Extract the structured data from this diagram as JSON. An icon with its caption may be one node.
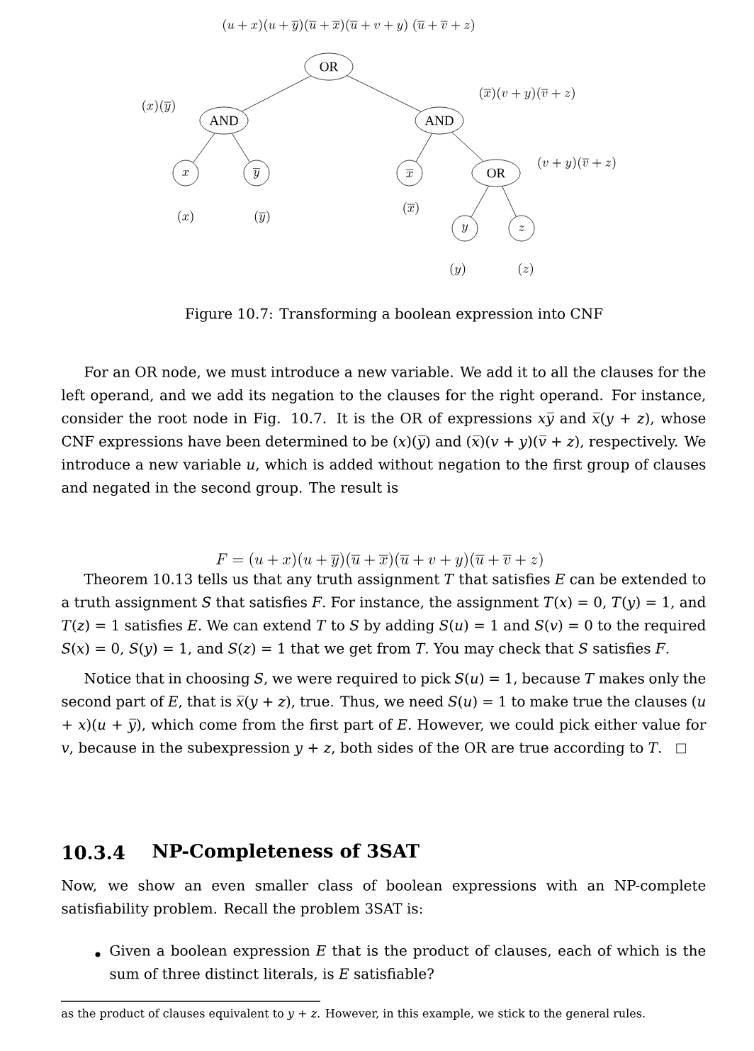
{
  "diagram": {
    "caption": "Figure 10.7: Transforming a boolean expression into CNF",
    "nodes": [
      {
        "text": [
          "OR"
        ],
        "beside": [
          "(u+x)(u+\\overline{y})(\\overline{u}+\\overline{x})(\\overline{u}+v+y)\\;(\\overline{u}+\\overline{v}+z)"
        ]
      },
      {
        "text": [
          "AND"
        ],
        "beside": [
          "(x)(\\overline{y})"
        ]
      },
      {
        "text": [
          "x"
        ],
        "beside": [
          "(x)"
        ]
      },
      {
        "text": [
          "\\overline{y}"
        ],
        "beside": [
          "(\\overline{y})"
        ]
      },
      {
        "text": [
          "AND"
        ],
        "beside": [
          "(\\overline{x})(v+y)(\\overline{v}+z)"
        ]
      },
      {
        "text": [
          "\\overline{x}"
        ],
        "beside": [
          "(\\overline{x})"
        ]
      },
      {
        "text": [
          "OR"
        ],
        "beside": [
          "(v+y)(\\overline{v}+z)"
        ]
      },
      {
        "text": [
          "y"
        ],
        "beside": [
          "(y)"
        ]
      },
      {
        "text": [
          "z"
        ],
        "beside": [
          "(z)"
        ]
      }
    ],
    "edges": [
      {
        "from": 0,
        "to": 1,
        "arrow": "none"
      },
      {
        "from": 0,
        "to": 4,
        "arrow": "none"
      },
      {
        "from": 1,
        "to": 2,
        "arrow": "none"
      },
      {
        "from": 1,
        "to": 3,
        "arrow": "none"
      },
      {
        "from": 4,
        "to": 5,
        "arrow": "none"
      },
      {
        "from": 4,
        "to": 6,
        "arrow": "none"
      },
      {
        "from": 6,
        "to": 7,
        "arrow": "none"
      },
      {
        "from": 6,
        "to": 8,
        "arrow": "none"
      }
    ],
    "labels": [
      "For an OR node, we must introduce a new variable. We add it to all the clauses for the left operand, and we add its negation to the clauses for the right operand. For instance, consider the root node in Fig. 10.7. It is the OR of expressions *xy̅* and *x̅*(*y* + *z*), whose CNF expressions have been determined to be (*x*)(*y̅*) and (*x̅*)(*v* + *y*)(*v̅* + *z*), respectively. We introduce a new variable *u*, which is added without negation to the first group of clauses and negated in the second group. The result is",
      "F = (u+x)(u+\\overline{y})(\\overline{u}+\\overline{x})(\\overline{u}+v+y)(\\overline{u}+\\overline{v}+z)",
      "Theorem 10.13 tells us that any truth assignment *T* that satisfies *E* can be extended to a truth assignment *S* that satisfies *F*. For instance, the assignment *T*(*x*) = 0, *T*(*y*) = 1, and *T*(*z*) = 1 satisfies *E*. We can extend *T* to *S* by adding *S*(*u*) = 1 and *S*(*v*) = 0 to the required *S*(*x*) = 0, *S*(*y*) = 1, and *S*(*z*) = 1 that we get from *T*. You may check that *S* satisfies *F*.",
      "Notice that in choosing *S*, we were required to pick *S*(*u*) = 1, because *T* makes only the second part of *E*, that is *x̅*(*y* + *z*), true. Thus, we need *S*(*u*) = 1 to make true the clauses (*u* + *x*)(*u* + *y̅*), which come from the first part of *E*. However, we could pick either value for *v*, because in the subexpression *y* + *z*, both sides of the OR are true according to *T*.",
      "10.3.4",
      "NP-Completeness of 3SAT",
      "Now, we show an even smaller class of boolean expressions with an NP-complete satisfiability problem. Recall the problem 3SAT is:",
      "Given a boolean expression *E* that is the product of clauses, each of which is the sum of three distinct literals, is *E* satisfiable?",
      "as the product of clauses equivalent to *y* + *z*. However, in this example, we stick to the general rules."
    ]
  }
}
